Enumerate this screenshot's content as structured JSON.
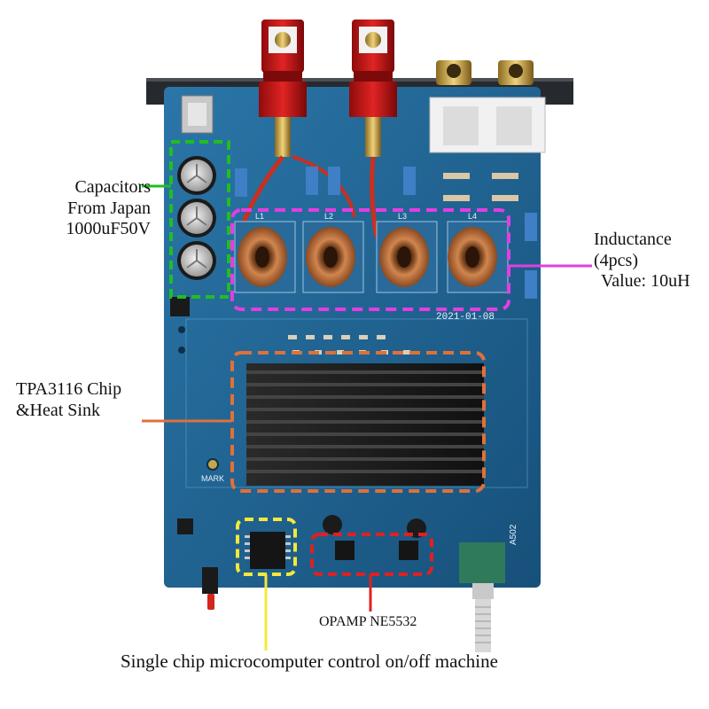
{
  "annotations": {
    "capacitors": {
      "lines": [
        "Capacitors",
        "From Japan",
        "1000uF50V"
      ],
      "color": "#1fbf1f"
    },
    "inductance": {
      "lines": [
        "Inductance",
        "(4pcs)",
        "Value: 10uH"
      ],
      "color": "#e23ee2"
    },
    "tpa_chip": {
      "lines": [
        "TPA3116 Chip",
        "&Heat Sink"
      ],
      "color": "#e0703a"
    },
    "opamp": {
      "text": "OPAMP NE5532",
      "color": "#e02020"
    },
    "mcu": {
      "text": "Single chip microcomputer control on/off machine",
      "color": "#f5e83a"
    }
  },
  "board": {
    "pcb_color": "#1c5f8f",
    "date_silkscreen": "2021-01-08",
    "mark_silkscreen": "MARK",
    "model_silkscreen": "A502",
    "inductor_labels": [
      "L1",
      "L2",
      "L3",
      "L4"
    ]
  }
}
